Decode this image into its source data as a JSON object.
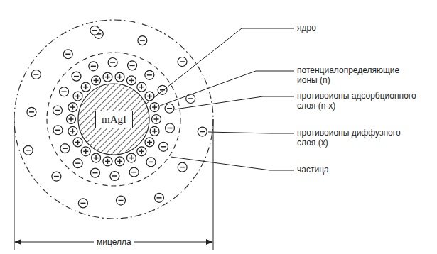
{
  "diagram": {
    "nodes": [
      {
        "text": [
          "mAgI"
        ]
      }
    ],
    "labels": [
      "ядро",
      "потенциалопределяющие ионы (n)",
      "противоионы адсорбционного слоя (n-x)",
      "противоионы диффузного слоя (x)",
      "частица",
      "мицелла"
    ]
  }
}
